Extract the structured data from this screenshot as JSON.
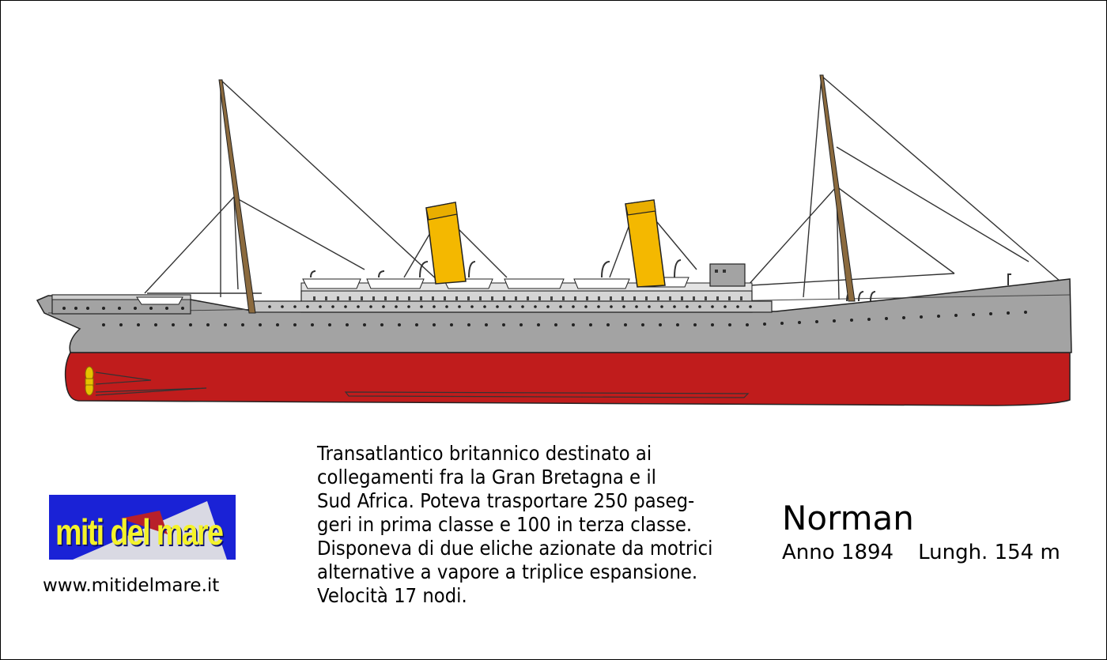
{
  "logo": {
    "text": "miti del mare"
  },
  "website": "www.mitidelmare.it",
  "description": [
    "Transatlantico britannico destinato ai",
    "collegamenti fra la Gran Bretagna e il",
    "Sud Africa. Poteva trasportare 250 paseg-",
    "geri in prima classe e 100 in terza classe.",
    "Disponeva di due eliche azionate da motrici",
    "alternative a vapore a triplice espansione.",
    "Velocità 17 nodi."
  ],
  "ship": {
    "name": "Norman",
    "year_label": "Anno 1894",
    "length_label": "Lungh. 154 m",
    "colors": {
      "hull": "#c01c1c",
      "topside": "#a3a3a3",
      "funnel": "#f4b800",
      "mast": "#8b6a3e"
    }
  }
}
